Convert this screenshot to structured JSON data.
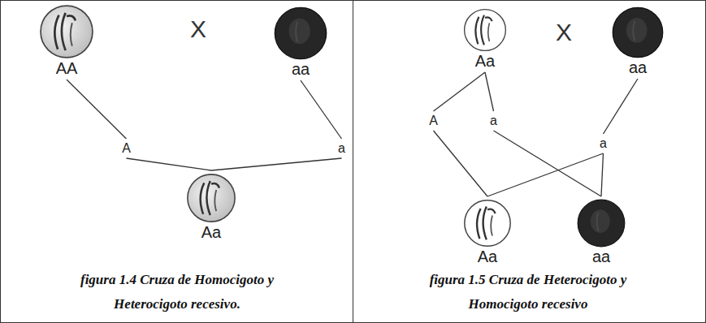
{
  "diagram": {
    "nodes": [
      {
        "text": [
          "AA"
        ]
      },
      {
        "text": [
          "aa"
        ]
      },
      {
        "text": [
          "A"
        ]
      },
      {
        "text": [
          "a"
        ]
      },
      {
        "text": [
          "Aa"
        ]
      },
      {
        "text": [
          "Aa"
        ]
      },
      {
        "text": [
          "aa"
        ]
      },
      {
        "text": [
          "A"
        ]
      },
      {
        "text": [
          "a"
        ]
      },
      {
        "text": [
          "a"
        ]
      },
      {
        "text": [
          "Aa"
        ]
      },
      {
        "text": [
          "aa"
        ]
      }
    ],
    "edges": [
      {
        "from": 0,
        "to": 2,
        "arrow": "none"
      },
      {
        "from": 1,
        "to": 3,
        "arrow": "none"
      },
      {
        "from": 2,
        "to": 4,
        "arrow": "none"
      },
      {
        "from": 3,
        "to": 4,
        "arrow": "none"
      },
      {
        "from": 5,
        "to": 7,
        "arrow": "none"
      },
      {
        "from": 5,
        "to": 8,
        "arrow": "none"
      },
      {
        "from": 6,
        "to": 9,
        "arrow": "none"
      },
      {
        "from": 7,
        "to": 10,
        "arrow": "none"
      },
      {
        "from": 9,
        "to": 10,
        "arrow": "none"
      },
      {
        "from": 8,
        "to": 11,
        "arrow": "none"
      },
      {
        "from": 9,
        "to": 11,
        "arrow": "none"
      }
    ],
    "labels": [
      "X",
      "X",
      "figura 1.4 Cruza de Homocigoto y Heterocigoto recesivo.",
      "figura 1.5 Cruza de Heterocigoto y Homocigoto recesivo"
    ]
  }
}
